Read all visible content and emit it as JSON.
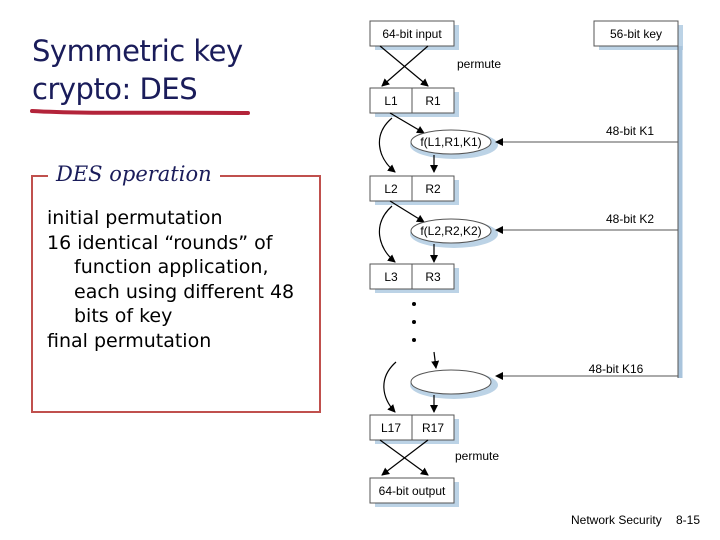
{
  "title": {
    "line1": "Symmetric key",
    "line2": "crypto: DES"
  },
  "operation": {
    "heading": "DES operation",
    "items": [
      {
        "text": "initial permutation"
      },
      {
        "text": "16 identical “rounds” of",
        "continuation": [
          "function application,",
          "each using different 48",
          "bits of key"
        ]
      },
      {
        "text": "final permutation"
      }
    ]
  },
  "diagram": {
    "input_label": "64-bit input",
    "key_label": "56-bit key",
    "permute_top": "permute",
    "permute_bottom": "permute",
    "rounds": [
      {
        "left": "L1",
        "right": "R1",
        "func": "f(L1,R1,K1)",
        "key": "48-bit K1"
      },
      {
        "left": "L2",
        "right": "R2",
        "func": "f(L2,R2,K2)",
        "key": "48-bit K2"
      },
      {
        "left": "L3",
        "right": "R3"
      }
    ],
    "final_round_key": "48-bit K16",
    "final_block": {
      "left": "L17",
      "right": "R17"
    },
    "output_label": "64-bit output"
  },
  "footer": {
    "label": "Network Security",
    "page": "8-15"
  }
}
